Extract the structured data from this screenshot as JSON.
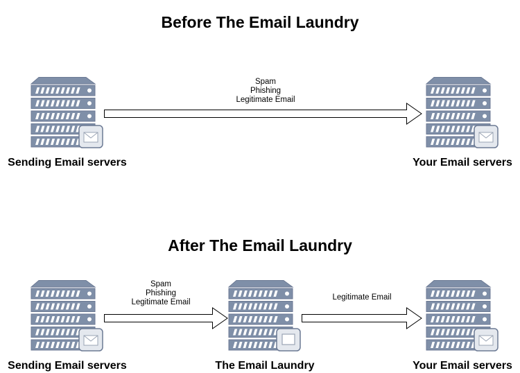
{
  "before": {
    "title": "Before The Email Laundry",
    "sender_label": "Sending Email servers",
    "receiver_label": "Your Email servers",
    "arrow_lines": [
      "Spam",
      "Phishing",
      "Legitimate Email"
    ]
  },
  "after": {
    "title": "After The Email Laundry",
    "sender_label": "Sending Email servers",
    "laundry_label": "The Email Laundry",
    "receiver_label": "Your Email servers",
    "arrow1_lines": [
      "Spam",
      "Phishing",
      "Legitimate Email"
    ],
    "arrow2_lines": [
      "Legitimate Email"
    ]
  },
  "colors": {
    "server_fill": "#7f8fa8",
    "server_stroke": "#6c7a94",
    "badge_fill": "#e4e8ee",
    "arrow_stroke": "#000000"
  },
  "icons": {
    "server": "server-stack-icon",
    "email": "envelope-icon",
    "laundry": "blank-window-icon"
  }
}
